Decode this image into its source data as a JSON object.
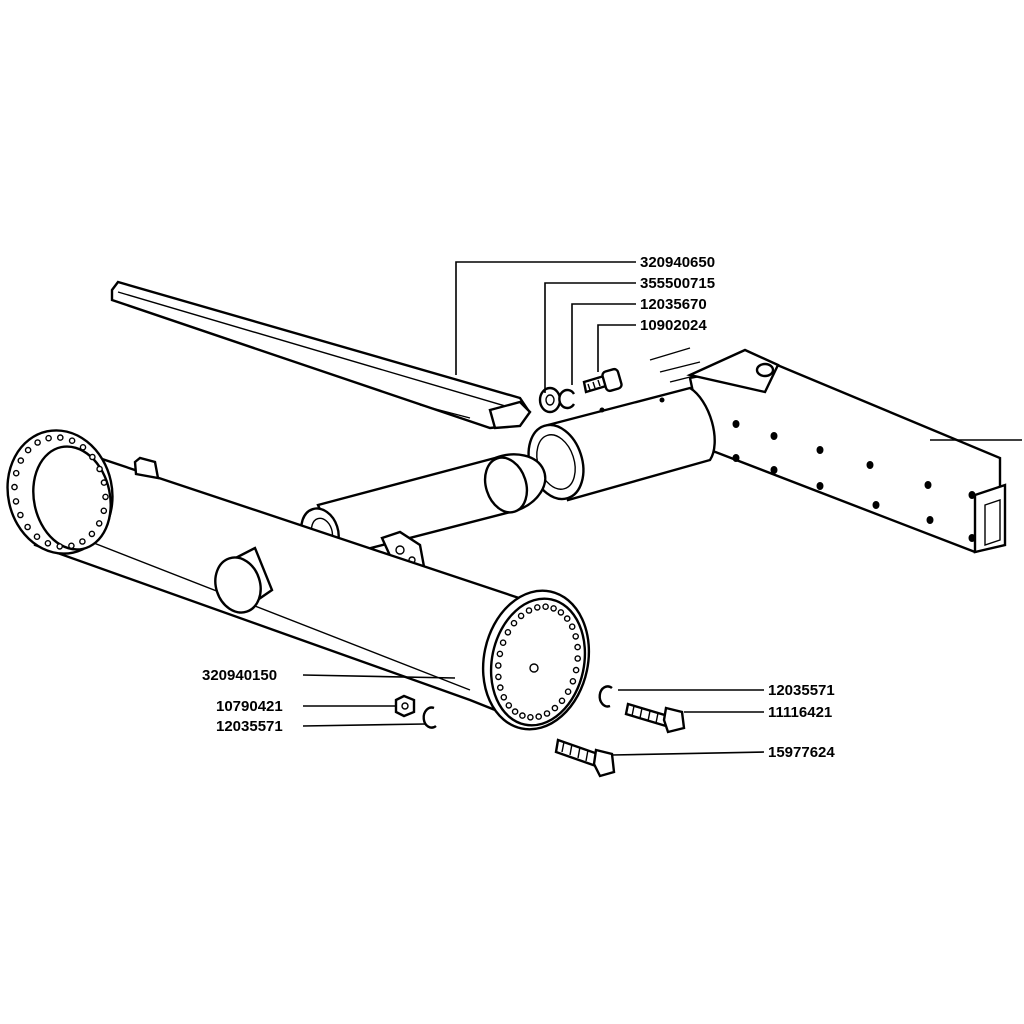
{
  "callouts": {
    "p320940650": "320940650",
    "p355500715": "355500715",
    "p12035670": "12035670",
    "p10902024": "10902024",
    "p320940150": "320940150",
    "p10790421": "10790421",
    "p12035571_left": "12035571",
    "p12035571_right": "12035571",
    "p11116421": "11116421",
    "p15977624": "15977624"
  }
}
